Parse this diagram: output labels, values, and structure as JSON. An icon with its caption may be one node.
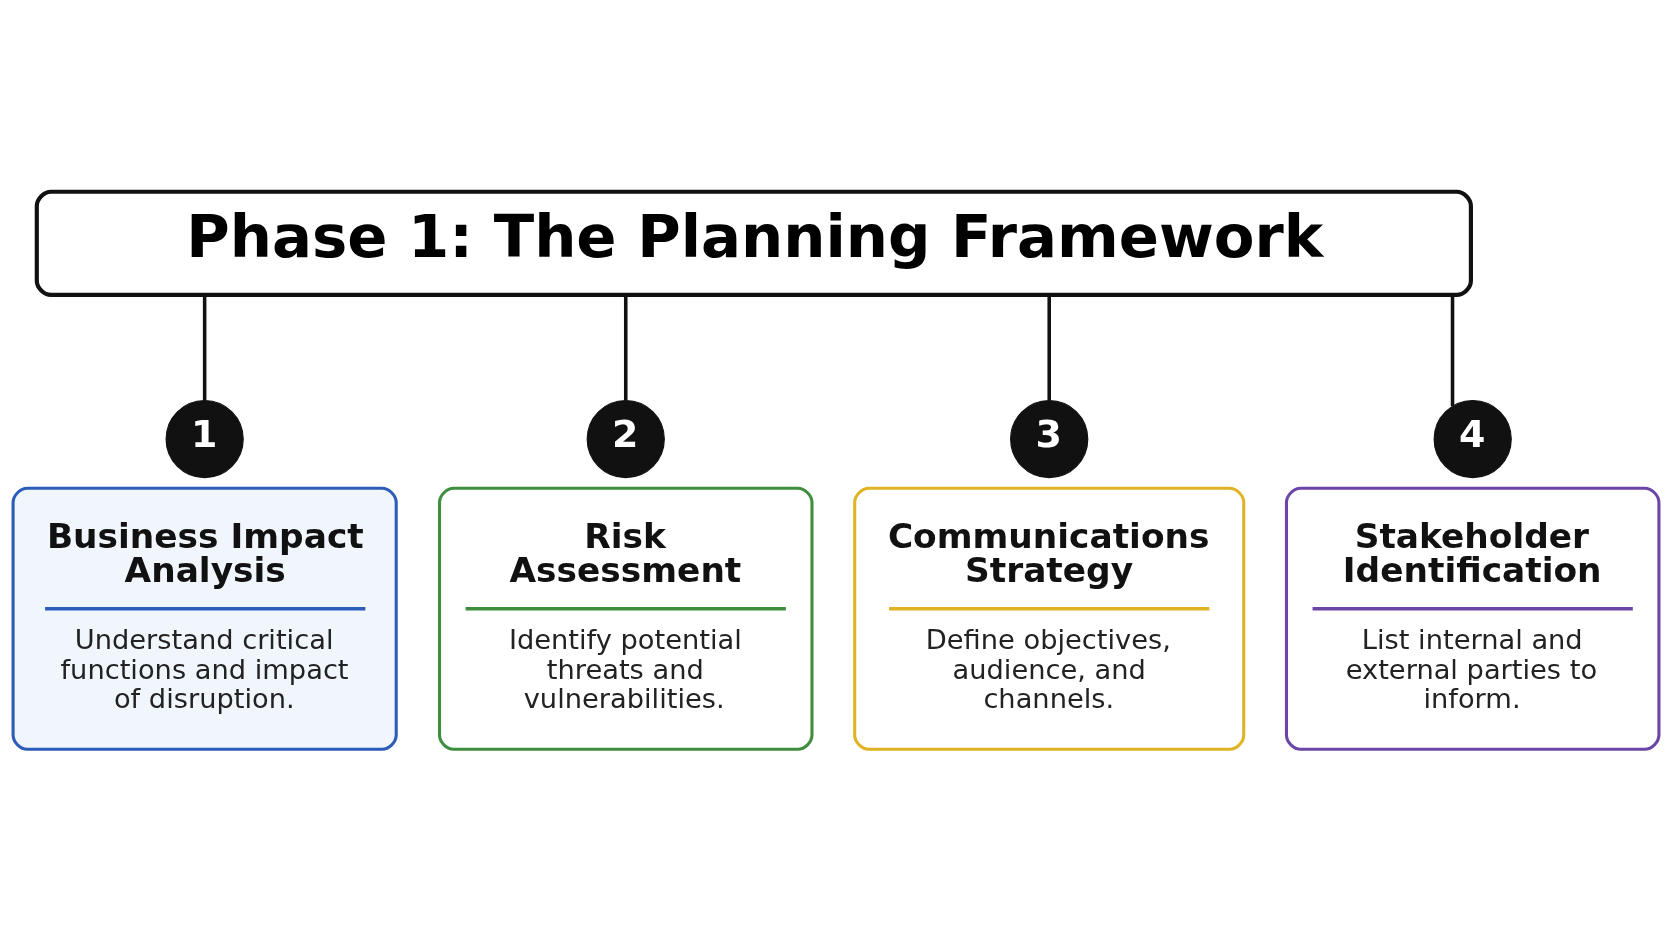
{
  "diagram": {
    "nodes": [
      {
        "text": [
          "Phase 1: The Planning Framework"
        ]
      },
      {
        "text": [
          "1"
        ]
      },
      {
        "text": [
          "Business Impact Analysis",
          "Understand critical functions and impact of disruption."
        ]
      },
      {
        "text": [
          "2"
        ]
      },
      {
        "text": [
          "Risk Assessment",
          "Identify potential threats and vulnerabilities."
        ]
      },
      {
        "text": [
          "3"
        ]
      },
      {
        "text": [
          "Communications Strategy",
          "Define objectives, audience, and channels."
        ]
      },
      {
        "text": [
          "4"
        ]
      },
      {
        "text": [
          "Stakeholder Identification",
          "List internal and external parties to inform."
        ]
      }
    ],
    "edges": [
      {
        "from": 0,
        "to": 1,
        "arrow": "none"
      },
      {
        "from": 0,
        "to": 3,
        "arrow": "none"
      },
      {
        "from": 0,
        "to": 5,
        "arrow": "none"
      },
      {
        "from": 0,
        "to": 7,
        "arrow": "none"
      }
    ]
  }
}
